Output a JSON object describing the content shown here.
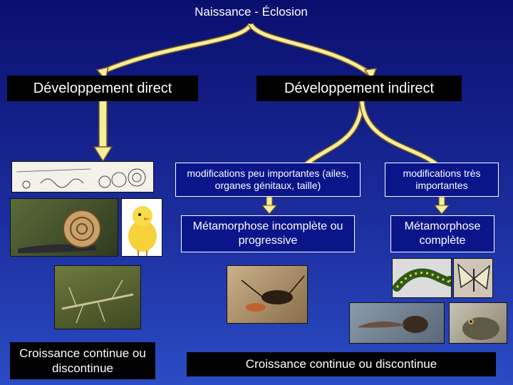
{
  "top_title": "Naissance - Éclosion",
  "direct": {
    "title": "Développement direct",
    "bottom_text": "Croissance continue ou discontinue"
  },
  "indirect": {
    "title": "Développement indirect",
    "minor_mod": "modifications peu importantes (ailes, organes génitaux, taille)",
    "major_mod": "modifications très importantes",
    "incomplete": "Métamorphose incomplète ou progressive",
    "complete": "Métamorphose complète",
    "bottom_text": "Croissance continue ou discontinue"
  },
  "photos": {
    "sketch": "snail-development-sketch",
    "snail": "snail-photo",
    "chick": "chick-photo",
    "stick_insect": "stick-insect-photo",
    "cricket": "cricket-photo",
    "caterpillar": "caterpillar-photo",
    "butterfly": "butterfly-photo",
    "tadpole": "tadpole-photo",
    "toad": "toad-photo"
  },
  "colors": {
    "arrow_fill": "#f5ee9a",
    "arrow_stroke": "#7a5a20",
    "box_blue": "#0a158a",
    "box_black": "#000000"
  }
}
